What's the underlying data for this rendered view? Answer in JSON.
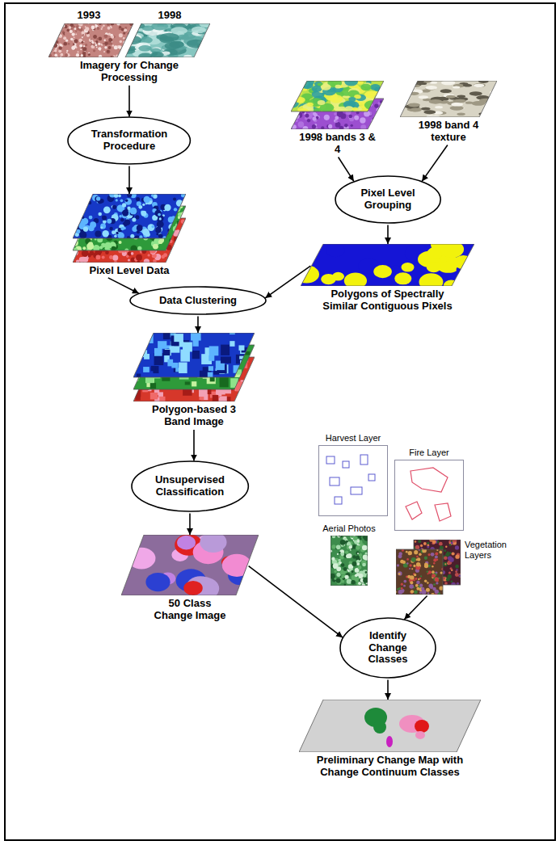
{
  "diagram": {
    "nodes": [
      {
        "text": [
          "1993",
          "1998",
          "Imagery for Change Processing"
        ]
      },
      {
        "text": [
          "Transformation Procedure"
        ]
      },
      {
        "text": [
          "1998 bands 3 & 4"
        ]
      },
      {
        "text": [
          "1998 band 4 texture"
        ]
      },
      {
        "text": [
          "Pixel Level Data"
        ]
      },
      {
        "text": [
          "Pixel Level Grouping"
        ]
      },
      {
        "text": [
          "Data Clustering"
        ]
      },
      {
        "text": [
          "Polygons of Spectrally Similar Contiguous Pixels"
        ]
      },
      {
        "text": [
          "Polygon-based 3 Band Image"
        ]
      },
      {
        "text": [
          "Unsupervised Classification"
        ]
      },
      {
        "text": [
          "Harvest Layer"
        ]
      },
      {
        "text": [
          "Fire Layer"
        ]
      },
      {
        "text": [
          "Aerial Photos"
        ]
      },
      {
        "text": [
          "Vegetation Layers"
        ]
      },
      {
        "text": [
          "50 Class Change Image"
        ]
      },
      {
        "text": [
          "Identify Change Classes"
        ]
      },
      {
        "text": [
          "Preliminary Change Map with Change Continuum Classes"
        ]
      }
    ],
    "edges": [
      {
        "from": 0,
        "to": 1,
        "arrow": "to"
      },
      {
        "from": 1,
        "to": 4,
        "arrow": "to"
      },
      {
        "from": 2,
        "to": 5,
        "arrow": "to"
      },
      {
        "from": 3,
        "to": 5,
        "arrow": "to"
      },
      {
        "from": 5,
        "to": 7,
        "arrow": "to"
      },
      {
        "from": 4,
        "to": 6,
        "arrow": "to"
      },
      {
        "from": 7,
        "to": 6,
        "arrow": "to"
      },
      {
        "from": 6,
        "to": 8,
        "arrow": "to"
      },
      {
        "from": 8,
        "to": 9,
        "arrow": "to"
      },
      {
        "from": 9,
        "to": 14,
        "arrow": "to"
      },
      {
        "from": 13,
        "to": 15,
        "arrow": "to"
      },
      {
        "from": 14,
        "to": 15,
        "arrow": "to"
      },
      {
        "from": 15,
        "to": 16,
        "arrow": "to"
      }
    ]
  }
}
